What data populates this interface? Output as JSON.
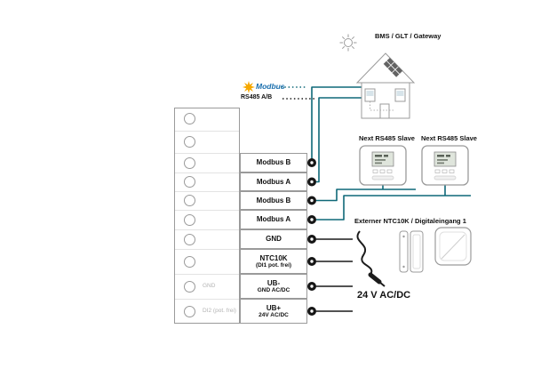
{
  "headings": {
    "gateway": "BMS / GLT / Gateway",
    "slave_left": "Next RS485 Slave",
    "slave_right": "Next RS485 Slave",
    "sensor": "Externer NTC10K / Digitaleingang 1",
    "power": "24 V AC/DC"
  },
  "modbus": {
    "logo": "Modbus",
    "rs485": "RS485 A/B"
  },
  "terminals": [
    {
      "label": "Modbus B",
      "sub": ""
    },
    {
      "label": "Modbus A",
      "sub": ""
    },
    {
      "label": "Modbus B",
      "sub": ""
    },
    {
      "label": "Modbus A",
      "sub": ""
    },
    {
      "label": "GND",
      "sub": ""
    },
    {
      "label": "NTC10K",
      "sub": "(DI1 pot. frei)"
    },
    {
      "label": "UB-",
      "sub": "GND AC/DC"
    },
    {
      "label": "UB+",
      "sub": "24V AC/DC"
    }
  ],
  "block": {
    "gnd_label": "GND",
    "di2_label": "DI2 (pot. frei)"
  },
  "icons": {
    "logo_star": "modbus-star-burst",
    "sun": "sun-icon",
    "building": "gateway-building-illustration",
    "thermostats": "thermostat-device",
    "ntc_probe": "ntc-probe-icon",
    "door_contact": "door-contact-icon",
    "wall_sensor": "wall-sensor-icon"
  },
  "colors": {
    "modbus_line": "#0f6878",
    "wire_black": "#1a1a1a",
    "logo_star": "#f6a800",
    "logo_text": "#1a6fae",
    "outline_gray": "#9a9a9a"
  }
}
